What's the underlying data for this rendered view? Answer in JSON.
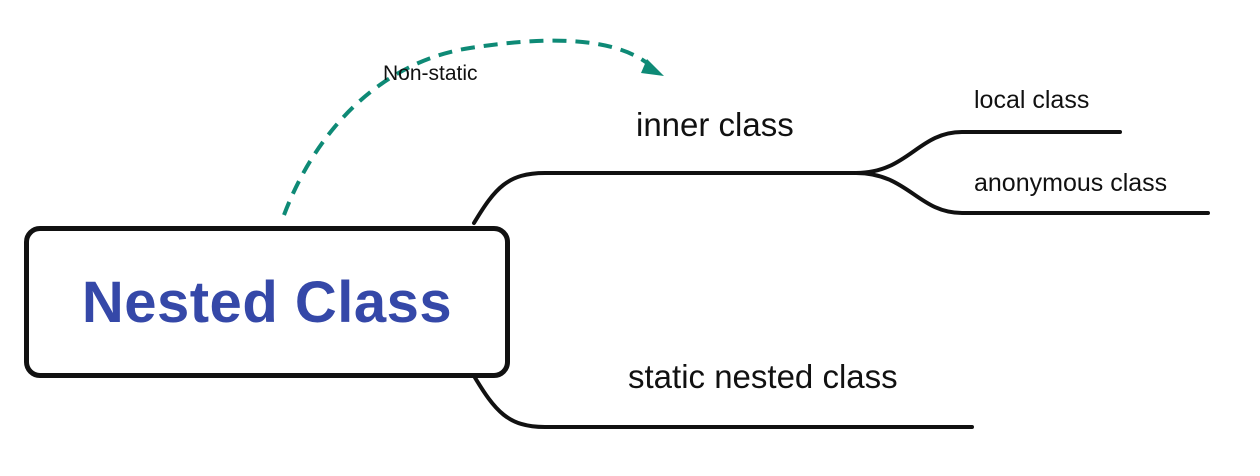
{
  "root": {
    "label": "Nested Class",
    "color": "#3548a8"
  },
  "branches": {
    "inner": {
      "label": "inner class"
    },
    "static_nested": {
      "label": "static nested class"
    },
    "inner_children": [
      {
        "label": "local class"
      },
      {
        "label": "anonymous class"
      }
    ]
  },
  "relation": {
    "label": "Non-static",
    "color": "#0e8a76"
  }
}
